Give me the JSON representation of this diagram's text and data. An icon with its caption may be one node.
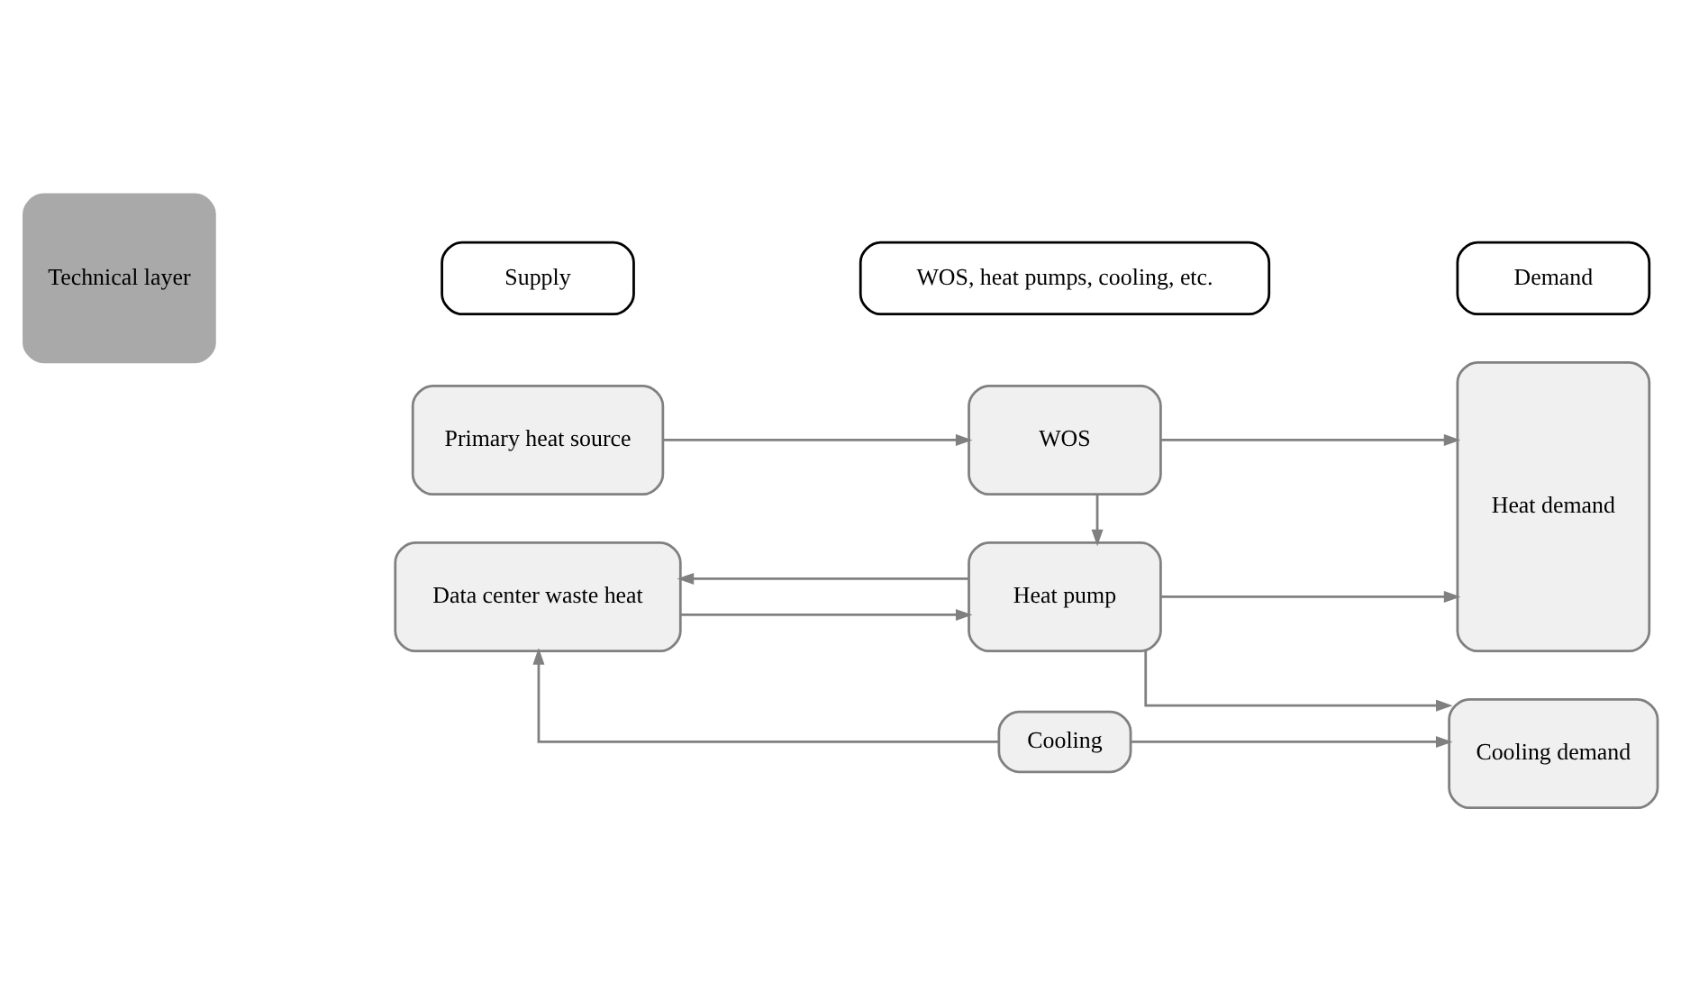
{
  "diagram": {
    "nodes": [
      {
        "text": [
          "Technical layer"
        ]
      },
      {
        "text": [
          "Supply"
        ]
      },
      {
        "text": [
          "WOS, heat pumps, cooling, etc."
        ]
      },
      {
        "text": [
          "Demand"
        ]
      },
      {
        "text": [
          "Primary heat source"
        ]
      },
      {
        "text": [
          "WOS"
        ]
      },
      {
        "text": [
          "Heat demand"
        ]
      },
      {
        "text": [
          "Data center waste heat"
        ]
      },
      {
        "text": [
          "Heat pump"
        ]
      },
      {
        "text": [
          "Cooling demand"
        ]
      },
      {
        "text": [
          "Cooling"
        ]
      }
    ],
    "edges": [
      {
        "from": 4,
        "to": 5,
        "arrow": "to"
      },
      {
        "from": 5,
        "to": 6,
        "arrow": "to"
      },
      {
        "from": 5,
        "to": 8,
        "arrow": "to"
      },
      {
        "from": 7,
        "to": 8,
        "arrow": "to"
      },
      {
        "from": 8,
        "to": 6,
        "arrow": "to"
      },
      {
        "from": 8,
        "to": 7,
        "arrow": "to"
      },
      {
        "from": 8,
        "to": 9,
        "arrow": "to"
      },
      {
        "from": 10,
        "to": 7,
        "arrow": "to"
      },
      {
        "from": 10,
        "to": 9,
        "arrow": "to"
      }
    ]
  }
}
